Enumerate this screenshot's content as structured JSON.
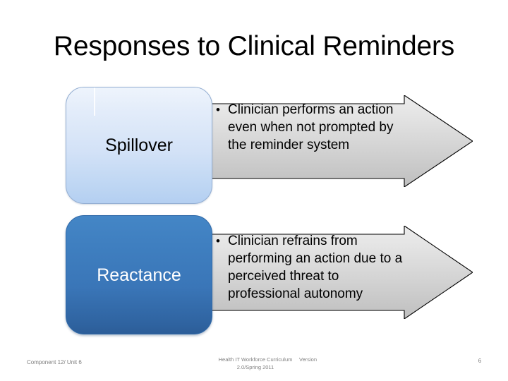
{
  "slide": {
    "title": "Responses to Clinical Reminders",
    "colors": {
      "title_text": "#000000",
      "light_box_fill_top": "#eef4fc",
      "light_box_fill_bottom": "#b4cff1",
      "light_box_border": "#93aed2",
      "dark_box_fill_top": "#4486c6",
      "dark_box_fill_bottom": "#2c5d98",
      "dark_box_border": "#2f69a8",
      "dark_box_text": "#ffffff",
      "arrow_fill_top": "#e9e9e9",
      "arrow_fill_bottom": "#c2c2c2",
      "arrow_border": "#000000",
      "footer_text": "#7f7f7f",
      "background": "#ffffff"
    }
  },
  "rows": [
    {
      "label": "Spillover",
      "style": "light",
      "bullets": [
        "Clinician performs an action even when not prompted by the reminder system"
      ]
    },
    {
      "label": "Reactance",
      "style": "dark",
      "bullets": [
        "Clinician refrains from performing an action due to a perceived threat to professional autonomy"
      ]
    }
  ],
  "footer": {
    "left": "Component 12/ Unit 6",
    "center_line1": "Health IT Workforce Curriculum",
    "center_line2": "2.0/Spring 2011",
    "version": "Version",
    "page": "6"
  }
}
